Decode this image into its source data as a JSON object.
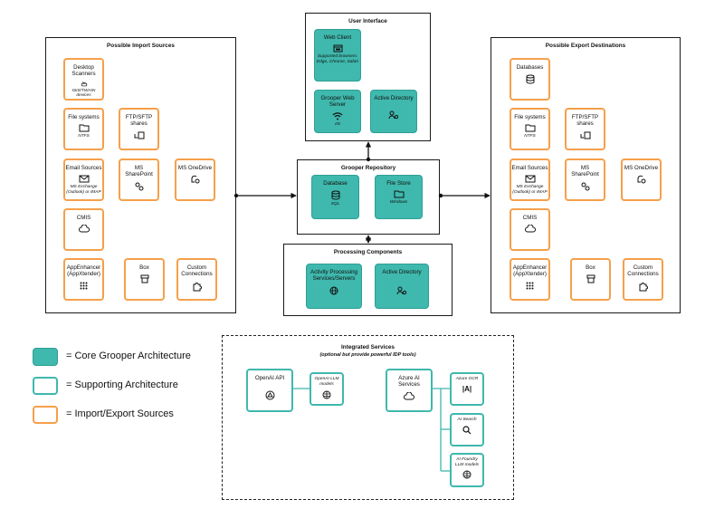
{
  "import_panel": {
    "title": "Possible Import Sources",
    "items": [
      {
        "label": "Desktop Scanners",
        "sub": "ISIS/TWAIN devices",
        "icon": "scanner-icon"
      },
      {
        "label": "File systems",
        "sub": "NTFS",
        "icon": "folder-open-icon"
      },
      {
        "label": "FTP/SFTP shares",
        "sub": "",
        "icon": "ftp-share-icon"
      },
      {
        "label": "Email Sources",
        "sub": "MS Exchange (Outlook) or IMAP",
        "icon": "mail-icon"
      },
      {
        "label": "MS SharePoint",
        "sub": "",
        "icon": "sharepoint-icon"
      },
      {
        "label": "MS OneDrive",
        "sub": "",
        "icon": "onedrive-icon"
      },
      {
        "label": "CMIS",
        "sub": "",
        "icon": "cloud-icon"
      },
      {
        "label": "AppEnhancer (AppXtender)",
        "sub": "",
        "icon": "grid-icon"
      },
      {
        "label": "Box",
        "sub": "",
        "icon": "box-icon"
      },
      {
        "label": "Custom Connections",
        "sub": "",
        "icon": "puzzle-icon"
      }
    ]
  },
  "export_panel": {
    "title": "Possible Export Destinations",
    "items": [
      {
        "label": "Databases",
        "sub": "",
        "icon": "database-icon"
      },
      {
        "label": "File systems",
        "sub": "NTFS",
        "icon": "folder-open-icon"
      },
      {
        "label": "FTP/SFTP shares",
        "sub": "",
        "icon": "ftp-share-icon"
      },
      {
        "label": "Email Sources",
        "sub": "MS Exchange (Outlook) or IMAP",
        "icon": "mail-icon"
      },
      {
        "label": "MS SharePoint",
        "sub": "",
        "icon": "sharepoint-icon"
      },
      {
        "label": "MS OneDrive",
        "sub": "",
        "icon": "onedrive-icon"
      },
      {
        "label": "CMIS",
        "sub": "",
        "icon": "cloud-icon"
      },
      {
        "label": "AppEnhancer (AppXtender)",
        "sub": "",
        "icon": "grid-icon"
      },
      {
        "label": "Box",
        "sub": "",
        "icon": "box-icon"
      },
      {
        "label": "Custom Connections",
        "sub": "",
        "icon": "puzzle-icon"
      }
    ]
  },
  "user_interface": {
    "title": "User Interface",
    "web_client": {
      "label": "Web Client",
      "sub": "Supported browsers: Edge, Chrome, Safari"
    },
    "web_server": {
      "label": "Grooper Web Server",
      "sub": "IIS"
    },
    "active_directory": {
      "label": "Active Directory"
    }
  },
  "repository": {
    "title": "Grooper Repository",
    "database": {
      "label": "Database",
      "sub": "SQL"
    },
    "file_store": {
      "label": "File Store",
      "sub": "Windows"
    }
  },
  "processing": {
    "title": "Processing Components",
    "activity": {
      "label": "Activity Processing Services/Servers"
    },
    "active_directory": {
      "label": "Active Directory"
    }
  },
  "integrated": {
    "title": "Integrated Services",
    "subtitle": "(optional but provide powerful IDP tools)",
    "openai": {
      "label": "OpenAI API",
      "model_label": "OpenAI LLM models"
    },
    "azure": {
      "label": "Azure AI Services"
    },
    "azure_ocr": {
      "label": "Azure OCR",
      "glyph": "|A|"
    },
    "ai_search": {
      "label": "AI Search"
    },
    "ai_foundry": {
      "label": "AI Foundry LLM models"
    }
  },
  "legend": {
    "core": "= Core Grooper Architecture",
    "supporting": "= Supporting Architecture",
    "import_export": "= Import/Export Sources"
  },
  "colors": {
    "core": "#3fb8ad",
    "supporting_border": "#3fb8ad",
    "import_export_border": "#f5a04b"
  }
}
